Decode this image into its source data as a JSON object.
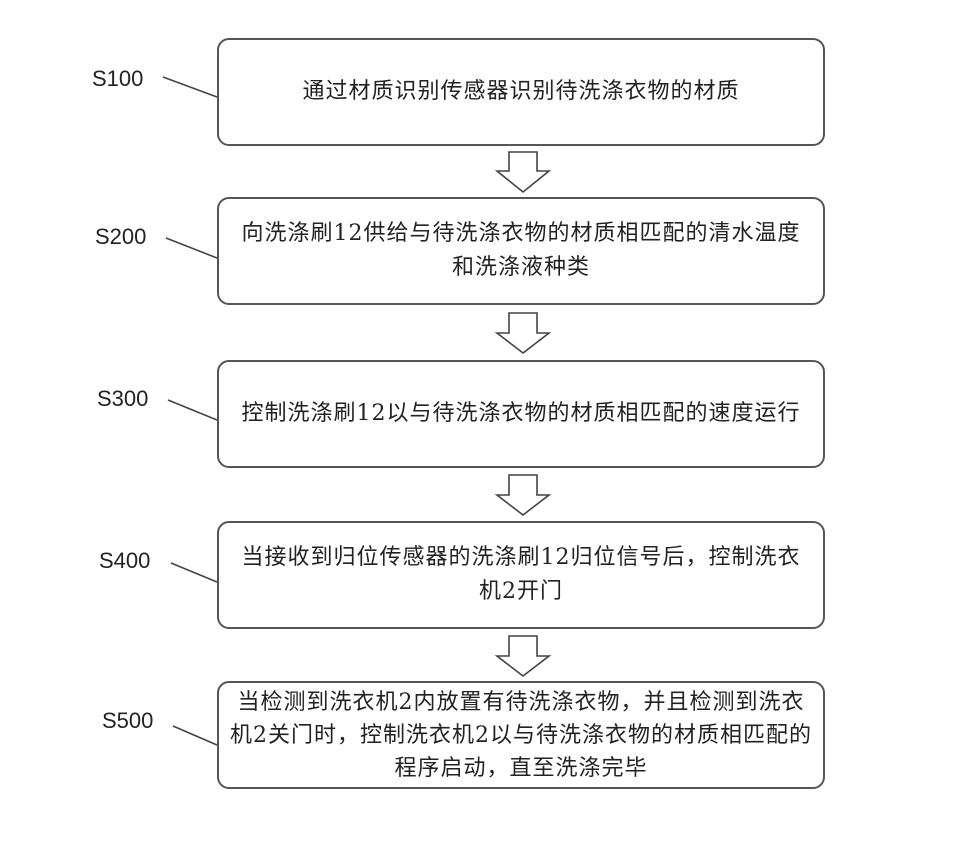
{
  "diagram": {
    "type": "flowchart",
    "direction": "top-to-bottom",
    "steps": [
      {
        "id": "S100",
        "label": "S100",
        "text": "通过材质识别传感器识别待洗涤衣物的材质"
      },
      {
        "id": "S200",
        "label": "S200",
        "text": "向洗涤刷12供给与待洗涤衣物的材质相匹配的清水温度和洗涤液种类"
      },
      {
        "id": "S300",
        "label": "S300",
        "text": "控制洗涤刷12以与待洗涤衣物的材质相匹配的速度运行"
      },
      {
        "id": "S400",
        "label": "S400",
        "text": "当接收到归位传感器的洗涤刷12归位信号后，控制洗衣机2开门"
      },
      {
        "id": "S500",
        "label": "S500",
        "text": "当检测到洗衣机2内放置有待洗涤衣物，并且检测到洗衣机2关门时，控制洗衣机2以与待洗涤衣物的材质相匹配的程序启动，直至洗涤完毕"
      }
    ],
    "connectors": [
      {
        "from": "S100",
        "to": "S200",
        "style": "hollow-block-arrow"
      },
      {
        "from": "S200",
        "to": "S300",
        "style": "hollow-block-arrow"
      },
      {
        "from": "S300",
        "to": "S400",
        "style": "hollow-block-arrow"
      },
      {
        "from": "S400",
        "to": "S500",
        "style": "hollow-block-arrow"
      }
    ],
    "colors": {
      "stroke": "#555555",
      "text": "#222222",
      "background": "#ffffff"
    }
  }
}
